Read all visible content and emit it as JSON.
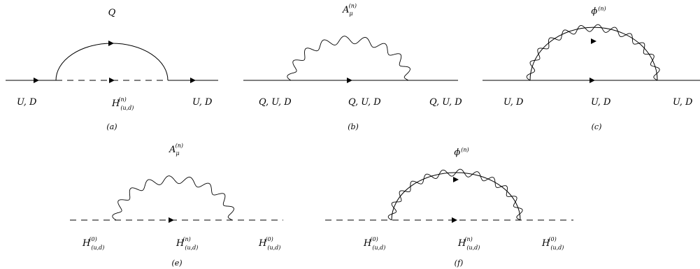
{
  "diagrams": [
    {
      "id": "a",
      "caption": "(a)",
      "loop": {
        "label": "Q",
        "label_sup": ""
      },
      "labels": [
        {
          "text": "U, D"
        },
        {
          "text": "H",
          "sub": "(u,d)",
          "sup": "(n)"
        },
        {
          "text": "U, D"
        }
      ]
    },
    {
      "id": "b",
      "caption": "(b)",
      "loop": {
        "label": "A",
        "label_sub": "μ",
        "label_sup": "(n)"
      },
      "labels": [
        {
          "text": "Q, U, D"
        },
        {
          "text": "Q, U, D"
        },
        {
          "text": "Q, U, D"
        }
      ]
    },
    {
      "id": "c",
      "caption": "(c)",
      "loop": {
        "label": "ϕ",
        "label_sup": "(n)"
      },
      "labels": [
        {
          "text": "U, D"
        },
        {
          "text": "U, D"
        },
        {
          "text": "U, D"
        }
      ]
    },
    {
      "id": "e",
      "caption": "(e)",
      "loop": {
        "label": "A",
        "label_sub": "μ",
        "label_sup": "(n)"
      },
      "labels": [
        {
          "text": "H",
          "sub": "(u,d)",
          "sup": "(0)"
        },
        {
          "text": "H",
          "sub": "(u,d)",
          "sup": "(n)"
        },
        {
          "text": "H",
          "sub": "(u,d)",
          "sup": "(0)"
        }
      ]
    },
    {
      "id": "f",
      "caption": "(f)",
      "loop": {
        "label": "ϕ",
        "label_sup": "(n)"
      },
      "labels": [
        {
          "text": "H",
          "sub": "(u,d)",
          "sup": "(0)"
        },
        {
          "text": "H",
          "sub": "(u,d)",
          "sup": "(n)"
        },
        {
          "text": "H",
          "sub": "(u,d)",
          "sup": "(0)"
        }
      ]
    }
  ]
}
